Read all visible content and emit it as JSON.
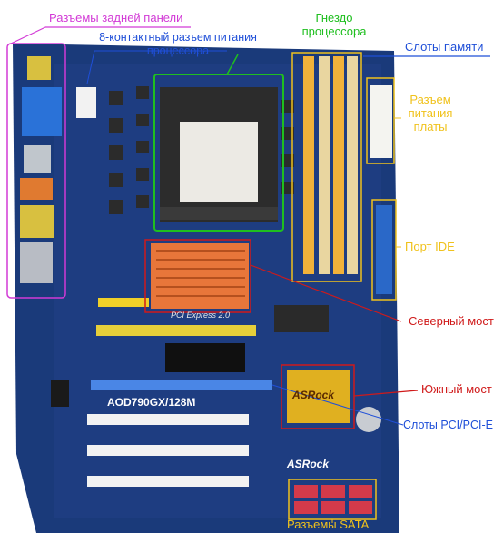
{
  "labels": {
    "rear_panel": "Разъемы задней панели",
    "cpu_power": "8-контактный разъем питания процессора",
    "cpu_socket": "Гнездо процессора",
    "memory_slots": "Слоты памяти",
    "board_power": "Разъем питания платы",
    "ide_port": "Порт IDE",
    "north_bridge": "Северный мост",
    "south_bridge": "Южный мост",
    "pci_slots": "Слоты PCI/PCI-E",
    "sata": "Разъемы SATA"
  },
  "board_text": {
    "model": "AOD790GX/128M",
    "brand_south": "ASRock",
    "brand_board": "ASRock",
    "pcie_text": "PCI Express 2.0"
  },
  "colors": {
    "magenta": "#d23ad6",
    "green": "#1fbf1f",
    "blue": "#1f4fd8",
    "gold": "#f0c21c",
    "red": "#d01a1a",
    "board": "#1a3a7a",
    "heatsink": "#e8763a",
    "sata_red": "#d43a4a"
  }
}
